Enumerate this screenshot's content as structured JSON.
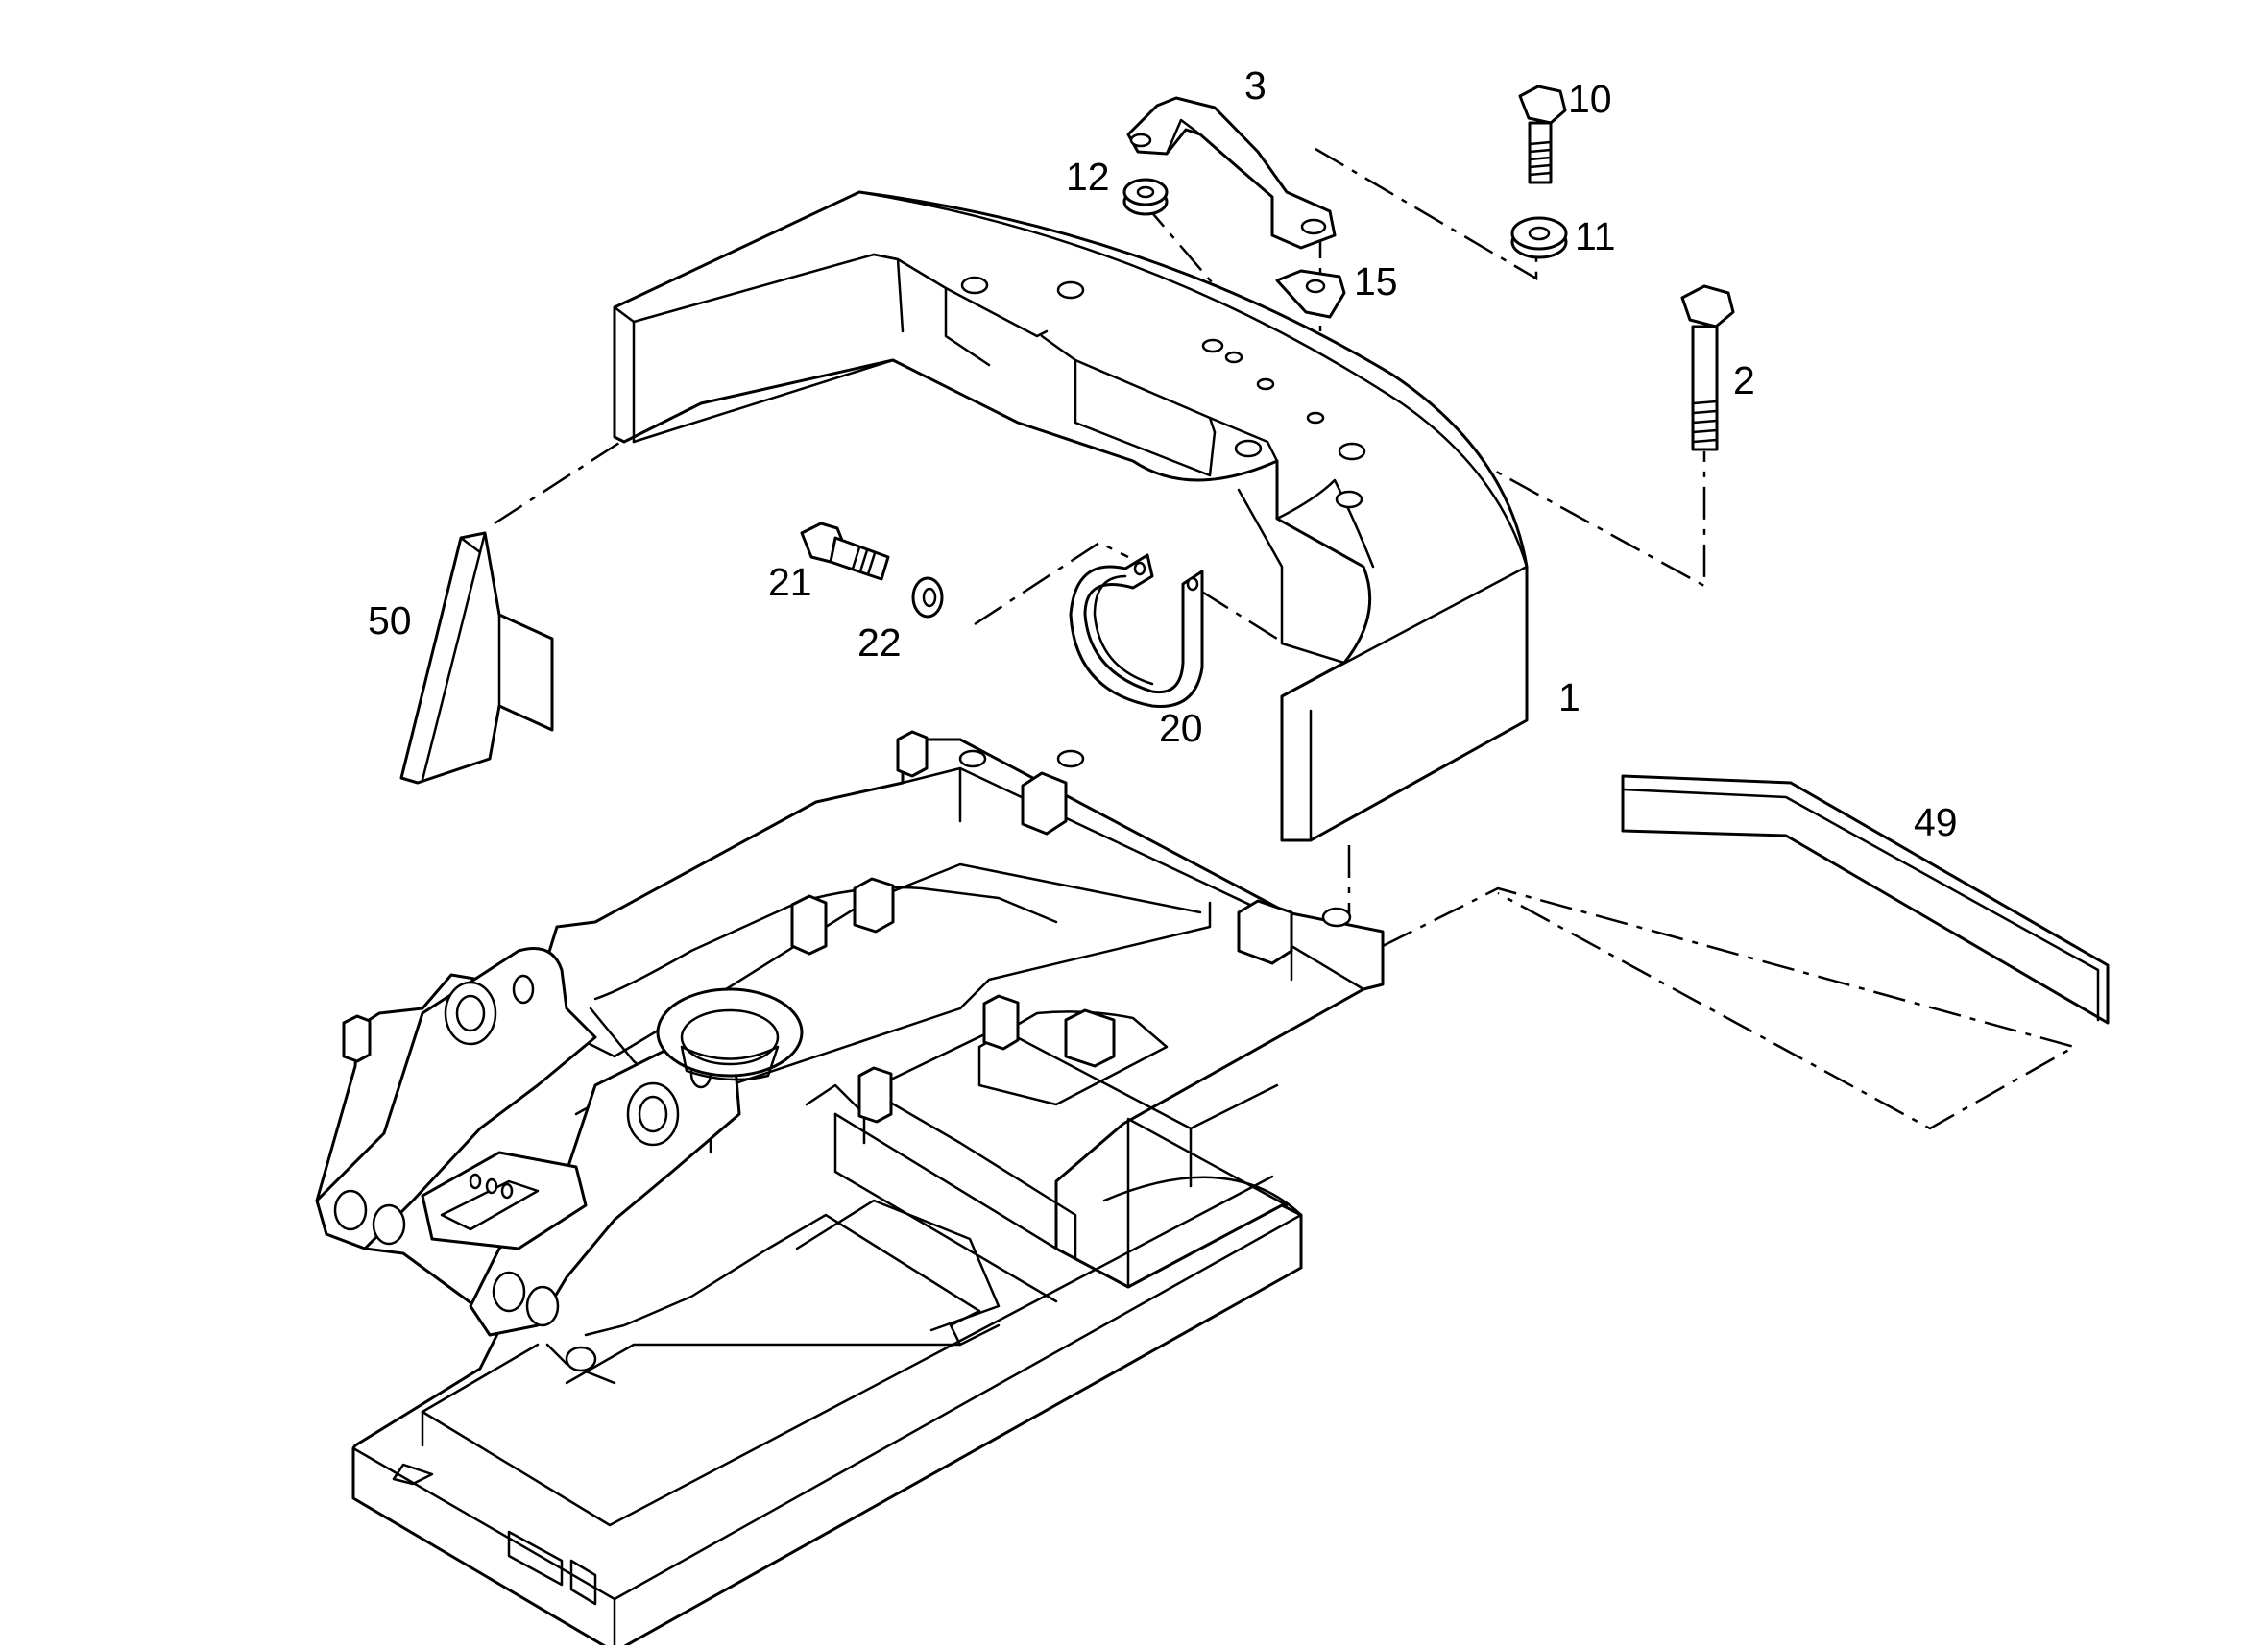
{
  "diagram": {
    "type": "exploded-parts-drawing",
    "callouts": [
      {
        "id": "3",
        "label": "3"
      },
      {
        "id": "10",
        "label": "10"
      },
      {
        "id": "12",
        "label": "12"
      },
      {
        "id": "11",
        "label": "11"
      },
      {
        "id": "15",
        "label": "15"
      },
      {
        "id": "2",
        "label": "2"
      },
      {
        "id": "21",
        "label": "21"
      },
      {
        "id": "50",
        "label": "50"
      },
      {
        "id": "22",
        "label": "22"
      },
      {
        "id": "1",
        "label": "1"
      },
      {
        "id": "20",
        "label": "20"
      },
      {
        "id": "49",
        "label": "49"
      }
    ]
  }
}
